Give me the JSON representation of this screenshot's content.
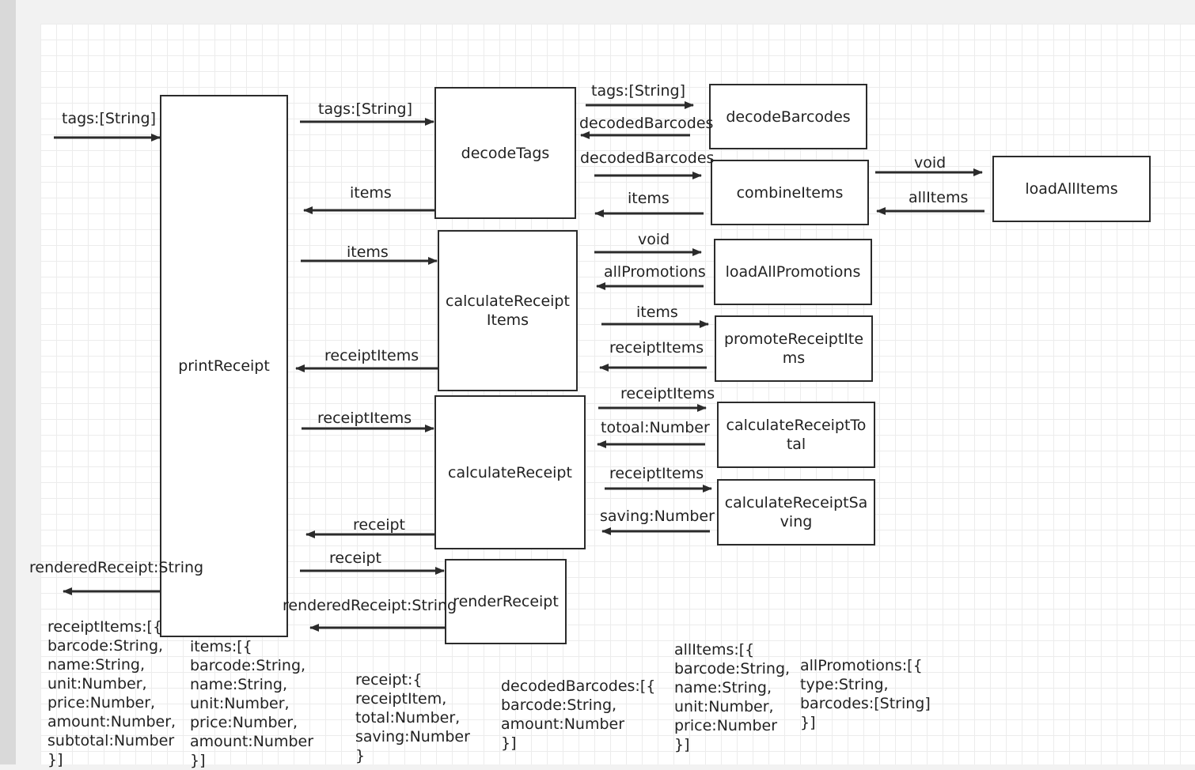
{
  "nodes": {
    "printReceipt": "printReceipt",
    "decodeTags": "decodeTags",
    "decodeBarcodes": "decodeBarcodes",
    "combineItems": "combineItems",
    "loadAllItems": "loadAllItems",
    "calculateReceiptItems": "calculateReceiptItems",
    "loadAllPromotions": "loadAllPromotions",
    "promoteReceiptItems": "promoteReceiptItems",
    "calculateReceipt": "calculateReceipt",
    "calculateReceiptTotal": "calculateReceiptTotal",
    "calculateReceiptSaving": "calculateReceiptSaving",
    "renderReceipt": "renderReceipt"
  },
  "edges": {
    "input_tags": "tags:[String]",
    "tags_to_decodeTags": "tags:[String]",
    "items_from_decodeTags": "items",
    "tags_to_decodeBarcodes": "tags:[String]",
    "decodedBarcodes_back": "decodedBarcodes",
    "decodedBarcodes_to_combine": "decodedBarcodes",
    "items_from_combine": "items",
    "void_to_loadAllItems": "void",
    "allItems_back": "allItems",
    "items_to_calcReceiptItems": "items",
    "receiptItems_from_calcReceiptItems": "receiptItems",
    "void_to_loadAllPromotions": "void",
    "allPromotions_back": "allPromotions",
    "items_to_promote": "items",
    "receiptItems_from_promote": "receiptItems",
    "receiptItems_to_calcReceipt": "receiptItems",
    "receipt_from_calcReceipt": "receipt",
    "receiptItems_to_total": "receiptItems",
    "total_back": "totoal:Number",
    "receiptItems_to_saving": "receiptItems",
    "saving_back": "saving:Number",
    "receipt_to_render": "receipt",
    "rendered_from_render": "renderedReceipt:String",
    "output_rendered": "renderedReceipt:String"
  },
  "notes": {
    "receiptItems_type": "receiptItems:[{\nbarcode:String,\nname:String,\nunit:Number,\nprice:Number,\namount:Number,\nsubtotal:Number\n}]",
    "items_type": "items:[{\nbarcode:String,\nname:String,\nunit:Number,\nprice:Number,\namount:Number\n}]",
    "receipt_type": "receipt:{\nreceiptItem,\ntotal:Number,\nsaving:Number\n}",
    "decodedBarcodes_type": "decodedBarcodes:[{\nbarcode:String,\namount:Number\n}]",
    "allItems_type": "allItems:[{\nbarcode:String,\nname:String,\nunit:Number,\nprice:Number\n}]",
    "allPromotions_type": "allPromotions:[{\ntype:String,\nbarcodes:[String]\n}]"
  }
}
